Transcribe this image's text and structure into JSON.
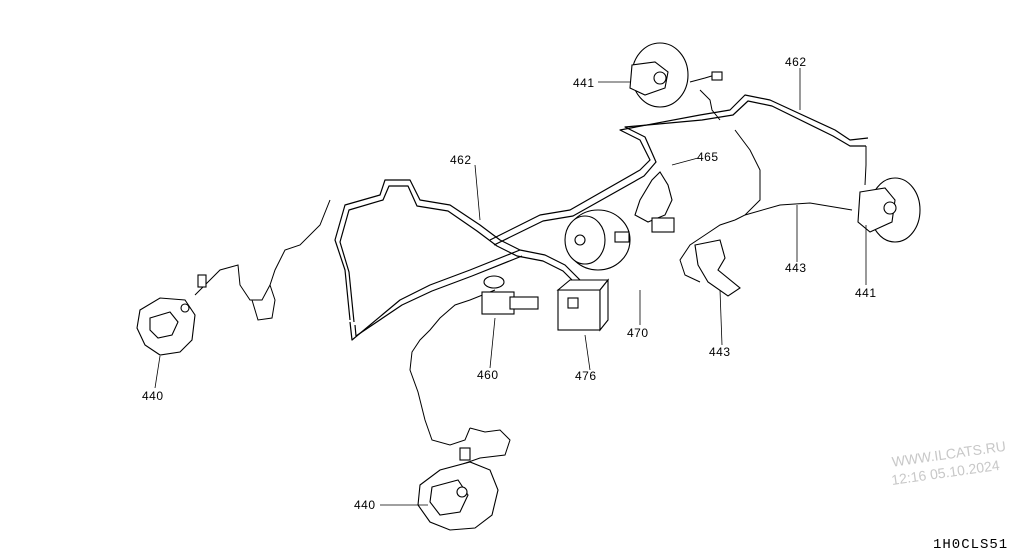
{
  "diagram": {
    "code": "1H0CLS51",
    "watermark": {
      "line1": "WWW.ILCATS.RU",
      "line2": "12:16 05.10.2024"
    },
    "labels": [
      {
        "id": "462-top",
        "text": "462"
      },
      {
        "id": "462-center",
        "text": "462"
      },
      {
        "id": "441-top",
        "text": "441"
      },
      {
        "id": "441-right",
        "text": "441"
      },
      {
        "id": "465",
        "text": "465"
      },
      {
        "id": "443-right",
        "text": "443"
      },
      {
        "id": "443-center",
        "text": "443"
      },
      {
        "id": "470",
        "text": "470"
      },
      {
        "id": "476",
        "text": "476"
      },
      {
        "id": "460",
        "text": "460"
      },
      {
        "id": "440-left",
        "text": "440"
      },
      {
        "id": "440-bottom",
        "text": "440"
      }
    ]
  }
}
